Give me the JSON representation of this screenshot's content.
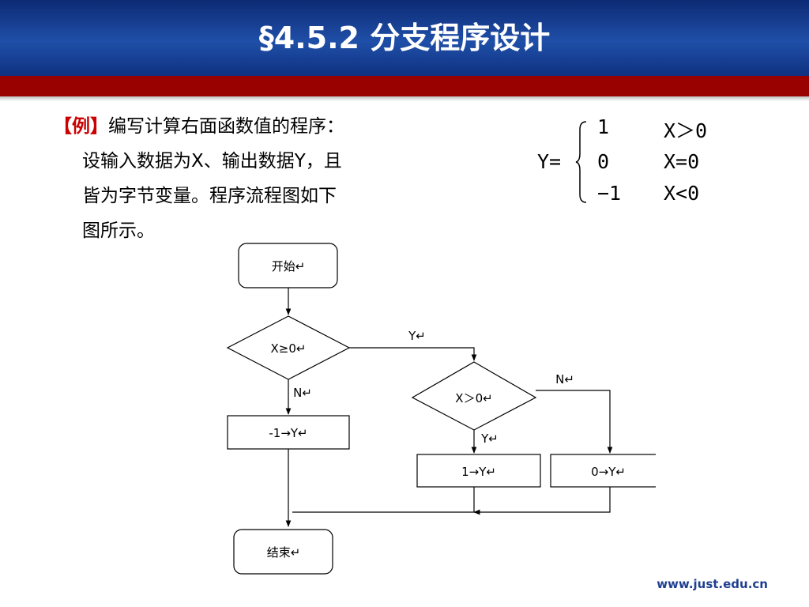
{
  "slide": {
    "title": "§4.5.2  分支程序设计",
    "example_tag": "【例】",
    "example_text": "编写计算右面函数值的程序：",
    "desc_line1": "设输入数据为X、输出数据Y，且",
    "desc_line2": "皆为字节变量。程序流程图如下",
    "desc_line3": "图所示。",
    "footer": "www.just.edu.cn"
  },
  "formula": {
    "lhs": "Y=",
    "cases": [
      {
        "value": "1",
        "condition": "X＞0"
      },
      {
        "value": "0",
        "condition": "X=0"
      },
      {
        "value": "−1",
        "condition": "X<0"
      }
    ]
  },
  "flowchart": {
    "start": "开始↵",
    "decision1": "X≥0↵",
    "decision1_yes": "Y↵",
    "decision1_no": "N↵",
    "process_neg": "-1→Y↵",
    "decision2": "X＞0↵",
    "decision2_yes": "Y↵",
    "decision2_no": "N↵",
    "process_pos": "1→Y↵",
    "process_zero": "0→Y↵",
    "end": "结束↵"
  },
  "colors": {
    "header": "#1f4fa8",
    "red_bar": "#990000",
    "example_tag": "#cc0000",
    "footer": "#1f3f8f"
  }
}
